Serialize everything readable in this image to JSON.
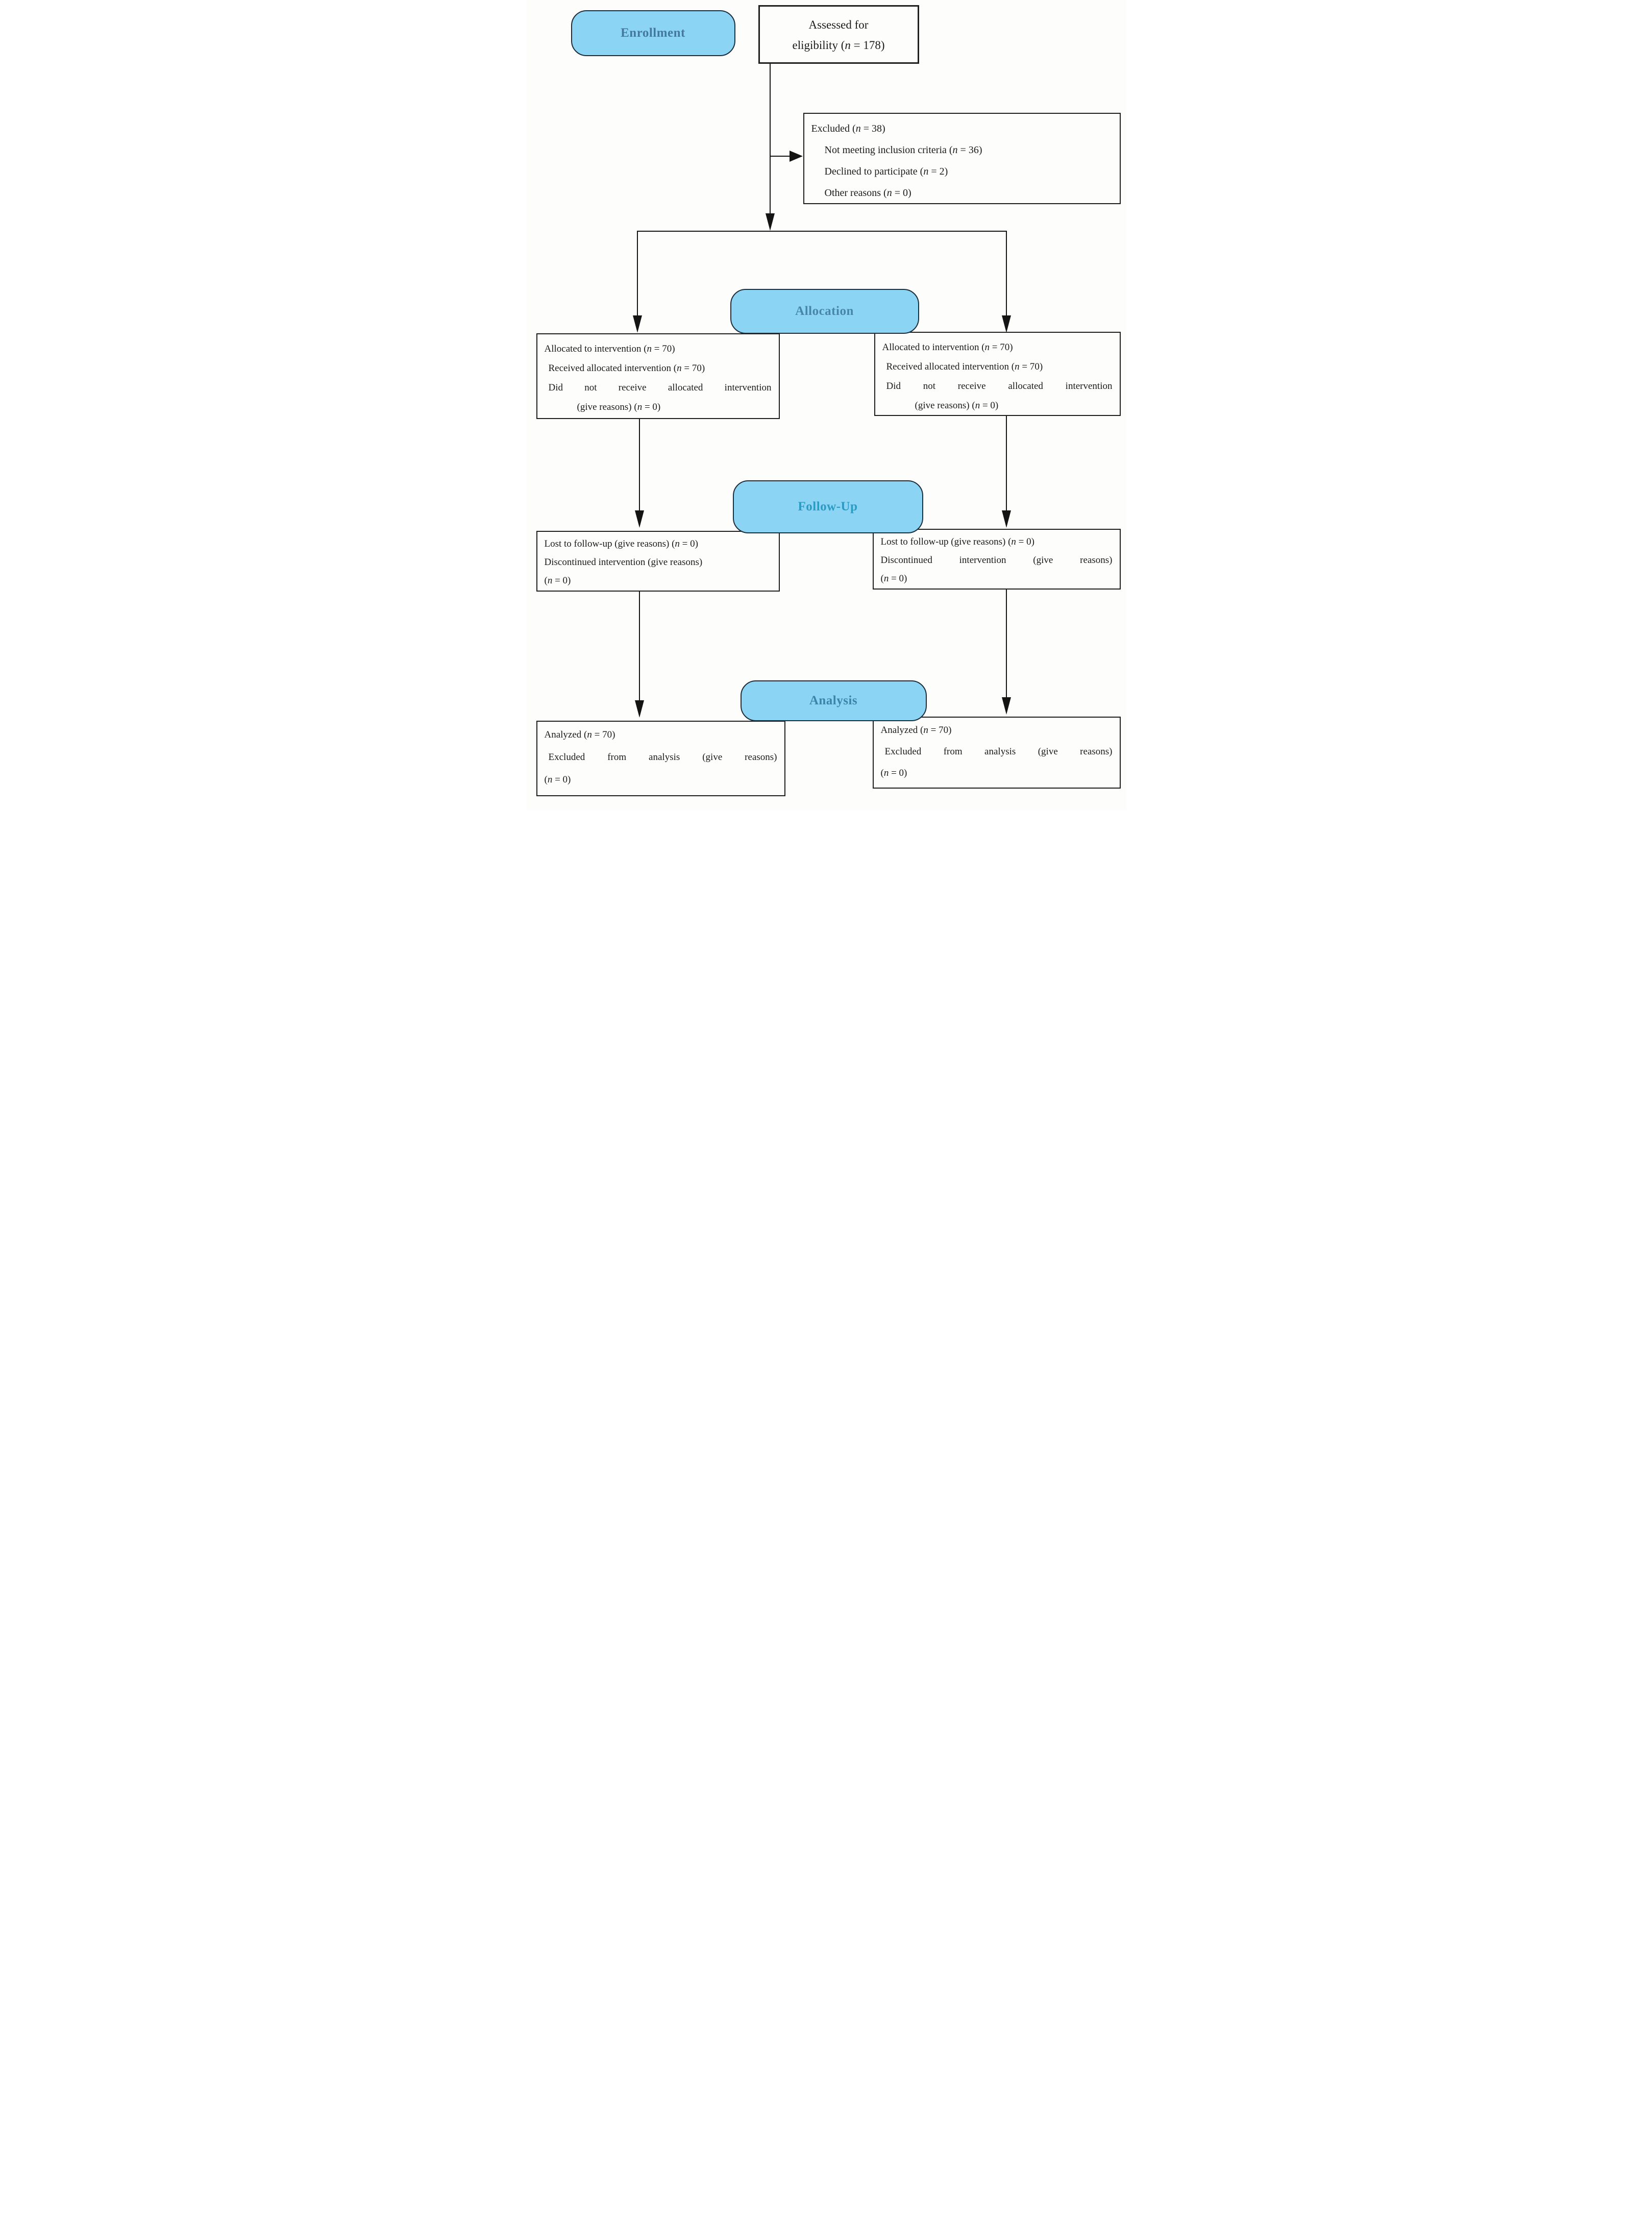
{
  "stages": {
    "enrollment": {
      "label": "Enrollment",
      "color": "#44789c"
    },
    "allocation": {
      "label": "Allocation",
      "color": "#4786aa"
    },
    "followup": {
      "label": "Follow-Up",
      "color": "#2b9bc4"
    },
    "analysis": {
      "label": "Analysis",
      "color": "#3e83a9"
    }
  },
  "boxes": {
    "assessed": {
      "lines": [
        {
          "t": "Assessed for"
        },
        {
          "t": "eligibility (n = 178)"
        }
      ]
    },
    "excluded": {
      "lines": [
        {
          "t": "Excluded (n = 38)"
        },
        {
          "t": "Not meeting inclusion criteria (n = 36)",
          "s": "indent"
        },
        {
          "t": "Declined to participate (n = 2)",
          "s": "indent"
        },
        {
          "t": "Other reasons (n = 0)",
          "s": "indent"
        }
      ]
    },
    "allocation_left": {
      "lines": [
        {
          "t": "Allocated to intervention (n = 70)"
        },
        {
          "t": "Received allocated intervention (n = 70)",
          "s": "indent-sm"
        },
        {
          "t": "Did not receive allocated intervention",
          "s": "justify indent-sm"
        },
        {
          "t": "(give reasons) (n = 0)",
          "s": "indent-lg"
        }
      ]
    },
    "allocation_right": {
      "lines": [
        {
          "t": "Allocated to intervention (n = 70)"
        },
        {
          "t": "Received allocated intervention (n = 70)",
          "s": "indent-sm"
        },
        {
          "t": "Did not receive allocated intervention",
          "s": "justify indent-sm"
        },
        {
          "t": "(give reasons) (n = 0)",
          "s": "indent-lg"
        }
      ]
    },
    "followup_left": {
      "lines": [
        {
          "t": "Lost to follow-up (give reasons) (n = 0)"
        },
        {
          "t": "Discontinued intervention (give reasons)"
        },
        {
          "t": "(n = 0)"
        }
      ]
    },
    "followup_right": {
      "lines": [
        {
          "t": "Lost to follow-up (give reasons) (n = 0)"
        },
        {
          "t": "Discontinued intervention (give reasons)",
          "s": "justify"
        },
        {
          "t": "(n = 0)"
        }
      ]
    },
    "analysis_left": {
      "lines": [
        {
          "t": "Analyzed (n = 70)"
        },
        {
          "t": "Excluded from analysis (give reasons)",
          "s": "justify indent-sm"
        },
        {
          "t": "(n = 0)"
        }
      ]
    },
    "analysis_right": {
      "lines": [
        {
          "t": "Analyzed (n = 70)"
        },
        {
          "t": "Excluded from analysis (give reasons)",
          "s": "justify indent-sm"
        },
        {
          "t": "(n = 0)"
        }
      ]
    }
  },
  "colors": {
    "pill_fill": "#8cd4f4",
    "pill_border": "#1d2e3a",
    "line": "#141414",
    "box_border": "#1f1f1f"
  }
}
